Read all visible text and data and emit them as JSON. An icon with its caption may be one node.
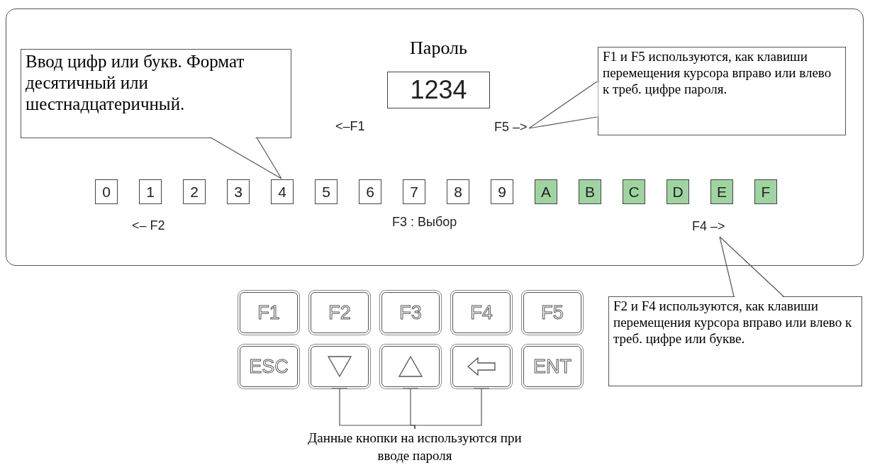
{
  "diagram": {
    "nodes": [
      {
        "text": [],
        "shape": "box"
      },
      {
        "text": [
          "Ввод цифр или букв. Формат десятичный или шестнадцатеричный."
        ],
        "in": 0
      },
      {
        "text": [
          "Пароль",
          "1234"
        ],
        "in": 0
      },
      {
        "text": [
          "F1 и F5 используются, как клавиши перемещения курсора вправо или влево к треб. цифре пароля."
        ],
        "in": 0
      },
      {
        "text": [
          "F5 –>"
        ],
        "in": 0
      },
      {
        "text": [
          "0"
        ],
        "in": 0
      },
      {
        "text": [
          "1"
        ],
        "in": 0
      },
      {
        "text": [
          "2"
        ],
        "in": 0
      },
      {
        "text": [
          "3"
        ],
        "in": 0
      },
      {
        "text": [
          "4"
        ],
        "in": 0
      },
      {
        "text": [
          "5"
        ],
        "in": 0
      },
      {
        "text": [
          "6"
        ],
        "in": 0
      },
      {
        "text": [
          "7"
        ],
        "in": 0
      },
      {
        "text": [
          "8"
        ],
        "in": 0
      },
      {
        "text": [
          "9"
        ],
        "in": 0
      },
      {
        "text": [
          "A"
        ],
        "in": 0
      },
      {
        "text": [
          "B"
        ],
        "in": 0
      },
      {
        "text": [
          "C"
        ],
        "in": 0
      },
      {
        "text": [
          "D"
        ],
        "in": 0
      },
      {
        "text": [
          "E"
        ],
        "in": 0
      },
      {
        "text": [
          "F"
        ],
        "in": 0
      },
      {
        "text": [
          "F4 –>"
        ],
        "in": 0
      },
      {
        "text": [
          "F2 и F4 используются, как клавиши перемещения курсора вправо или влево к треб. цифре или букве."
        ]
      },
      {
        "text": [
          "F1"
        ]
      },
      {
        "text": [
          "F2"
        ]
      },
      {
        "text": [
          "F3"
        ]
      },
      {
        "text": [
          "F4"
        ]
      },
      {
        "text": [
          "F5"
        ]
      },
      {
        "text": [
          "ESC"
        ]
      },
      {
        "text": [],
        "shape": "box"
      },
      {
        "text": [],
        "shape": "box"
      },
      {
        "text": [],
        "shape": "box"
      },
      {
        "text": [
          "ENT"
        ]
      },
      {
        "text": [
          "Данные кнопки на используются при вводе пароля"
        ]
      }
    ],
    "edges": [
      {
        "from": 1,
        "to": 9,
        "arrow": "none"
      },
      {
        "from": 3,
        "to": 4,
        "arrow": "none"
      },
      {
        "from": 22,
        "to": 21,
        "arrow": "none"
      },
      {
        "from": 33,
        "to": 29,
        "arrow": "none"
      },
      {
        "from": 33,
        "to": 30,
        "arrow": "none"
      },
      {
        "from": 33,
        "to": 31,
        "arrow": "none"
      }
    ],
    "labels": [
      "<–F1",
      "<– F2",
      "F3 : Выбор"
    ]
  }
}
